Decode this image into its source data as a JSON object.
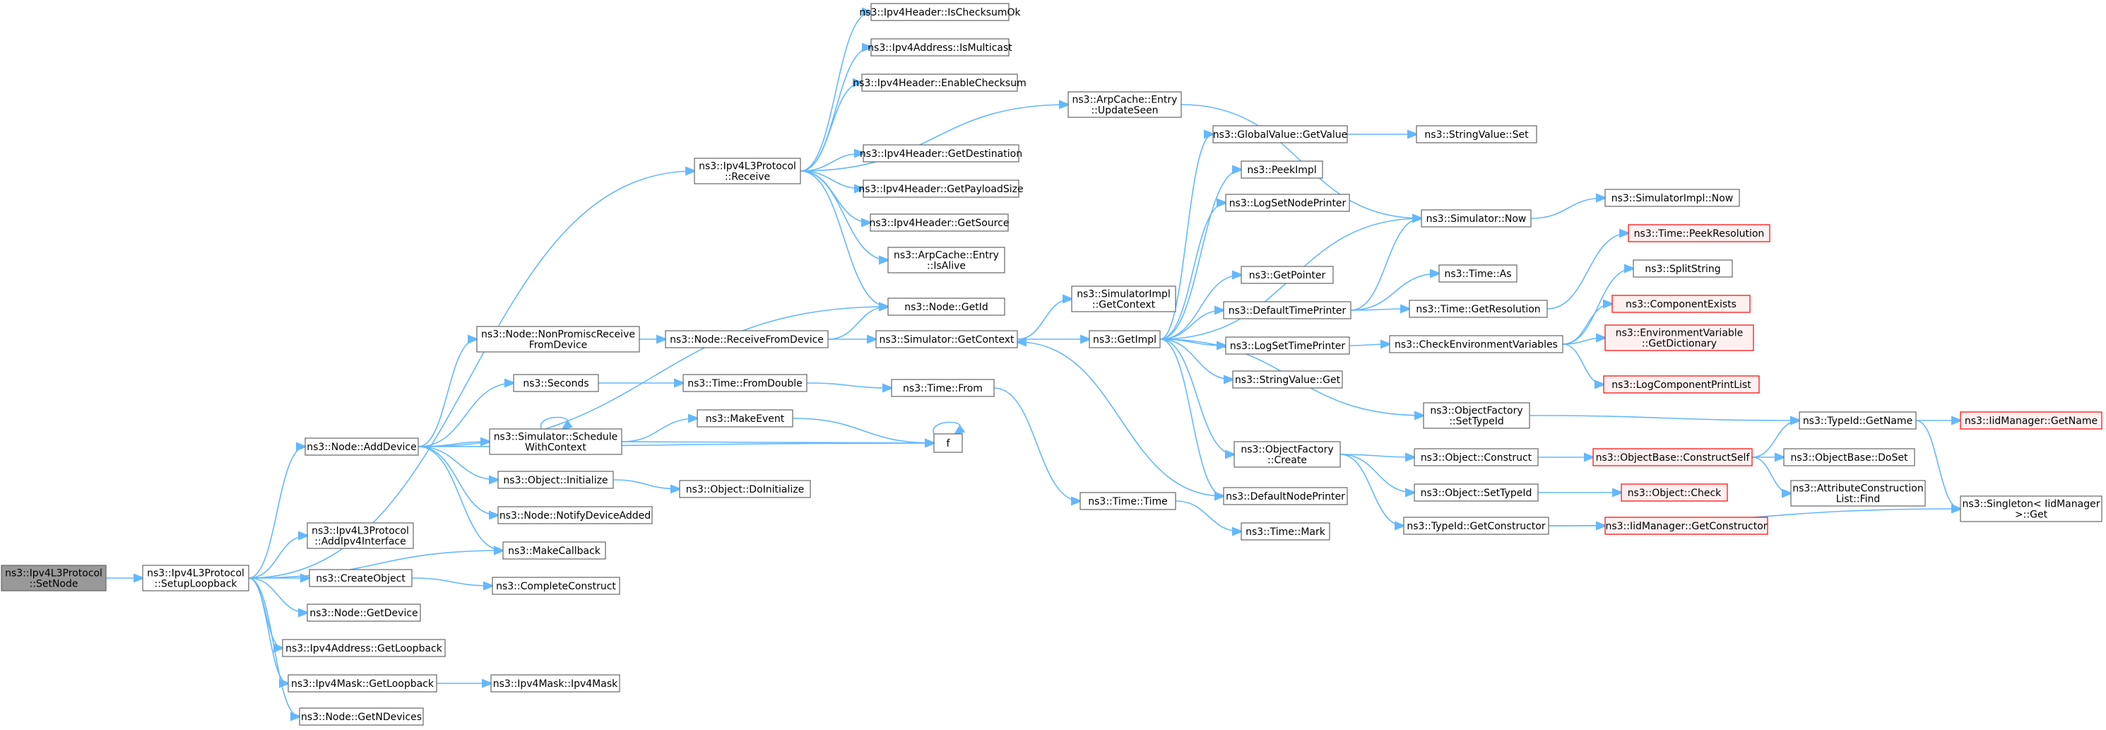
{
  "graph": {
    "edge_color": "#63b8ff",
    "node_border": "#666666",
    "highlight_fill": "#999999",
    "incomplete_border": "#ff0000",
    "nodes": [
      {
        "id": "setnode",
        "lines": [
          "ns3::Ipv4L3Protocol",
          "::SetNode"
        ],
        "style": "root"
      },
      {
        "id": "setuploopback",
        "lines": [
          "ns3::Ipv4L3Protocol",
          "::SetupLoopback"
        ]
      },
      {
        "id": "receive",
        "lines": [
          "ns3::Ipv4L3Protocol",
          "::Receive"
        ]
      },
      {
        "id": "adddevice",
        "lines": [
          "ns3::Node::AddDevice"
        ]
      },
      {
        "id": "addipv4if",
        "lines": [
          "ns3::Ipv4L3Protocol",
          "::AddIpv4Interface"
        ]
      },
      {
        "id": "createobject",
        "lines": [
          "ns3::CreateObject"
        ]
      },
      {
        "id": "getdevice",
        "lines": [
          "ns3::Node::GetDevice"
        ]
      },
      {
        "id": "addrgetloopback",
        "lines": [
          "ns3::Ipv4Address::GetLoopback"
        ]
      },
      {
        "id": "maskgetloopback",
        "lines": [
          "ns3::Ipv4Mask::GetLoopback"
        ]
      },
      {
        "id": "getndevices",
        "lines": [
          "ns3::Node::GetNDevices"
        ]
      },
      {
        "id": "ischecksumok",
        "lines": [
          "ns3::Ipv4Header::IsChecksumOk"
        ]
      },
      {
        "id": "ismulticast",
        "lines": [
          "ns3::Ipv4Address::IsMulticast"
        ]
      },
      {
        "id": "enablechecksum",
        "lines": [
          "ns3::Ipv4Header::EnableChecksum"
        ]
      },
      {
        "id": "getdestination",
        "lines": [
          "ns3::Ipv4Header::GetDestination"
        ]
      },
      {
        "id": "getpayloadsize",
        "lines": [
          "ns3::Ipv4Header::GetPayloadSize"
        ]
      },
      {
        "id": "getsource",
        "lines": [
          "ns3::Ipv4Header::GetSource"
        ]
      },
      {
        "id": "isalive",
        "lines": [
          "ns3::ArpCache::Entry",
          "::IsAlive"
        ]
      },
      {
        "id": "nodegetid",
        "lines": [
          "ns3::Node::GetId"
        ]
      },
      {
        "id": "updateseen",
        "lines": [
          "ns3::ArpCache::Entry",
          "::UpdateSeen"
        ]
      },
      {
        "id": "nonpromisc",
        "lines": [
          "ns3::Node::NonPromiscReceive",
          "FromDevice"
        ]
      },
      {
        "id": "receivefromdevice",
        "lines": [
          "ns3::Node::ReceiveFromDevice"
        ]
      },
      {
        "id": "seconds",
        "lines": [
          "ns3::Seconds"
        ]
      },
      {
        "id": "schedulewithcontext",
        "lines": [
          "ns3::Simulator::Schedule",
          "WithContext"
        ]
      },
      {
        "id": "objinitialize",
        "lines": [
          "ns3::Object::Initialize"
        ]
      },
      {
        "id": "notifydeviceadded",
        "lines": [
          "ns3::Node::NotifyDeviceAdded"
        ]
      },
      {
        "id": "makecallback",
        "lines": [
          "ns3::MakeCallback"
        ]
      },
      {
        "id": "completeconstruct",
        "lines": [
          "ns3::CompleteConstruct"
        ]
      },
      {
        "id": "maskipv4mask",
        "lines": [
          "ns3::Ipv4Mask::Ipv4Mask"
        ]
      },
      {
        "id": "simgetcontext",
        "lines": [
          "ns3::Simulator::GetContext"
        ]
      },
      {
        "id": "fromdouble",
        "lines": [
          "ns3::Time::FromDouble"
        ]
      },
      {
        "id": "makeevent",
        "lines": [
          "ns3::MakeEvent"
        ]
      },
      {
        "id": "f",
        "lines": [
          "f"
        ]
      },
      {
        "id": "doinitialize",
        "lines": [
          "ns3::Object::DoInitialize"
        ]
      },
      {
        "id": "timefrom",
        "lines": [
          "ns3::Time::From"
        ]
      },
      {
        "id": "simimplgetcontext",
        "lines": [
          "ns3::SimulatorImpl",
          "::GetContext"
        ]
      },
      {
        "id": "getimpl",
        "lines": [
          "ns3::GetImpl"
        ]
      },
      {
        "id": "timetime",
        "lines": [
          "ns3::Time::Time"
        ]
      },
      {
        "id": "timemark",
        "lines": [
          "ns3::Time::Mark"
        ]
      },
      {
        "id": "globalvaluegetvalue",
        "lines": [
          "ns3::GlobalValue::GetValue"
        ]
      },
      {
        "id": "peekimpl",
        "lines": [
          "ns3::PeekImpl"
        ]
      },
      {
        "id": "logsetnodeprinter",
        "lines": [
          "ns3::LogSetNodePrinter"
        ]
      },
      {
        "id": "getpointer",
        "lines": [
          "ns3::GetPointer"
        ]
      },
      {
        "id": "defaulttimeprinter",
        "lines": [
          "ns3::DefaultTimePrinter"
        ]
      },
      {
        "id": "logsettimeprinter",
        "lines": [
          "ns3::LogSetTimePrinter"
        ]
      },
      {
        "id": "stringvalueget",
        "lines": [
          "ns3::StringValue::Get"
        ]
      },
      {
        "id": "objfactorycreate",
        "lines": [
          "ns3::ObjectFactory",
          "::Create"
        ]
      },
      {
        "id": "defaultnodeprinter",
        "lines": [
          "ns3::DefaultNodePrinter"
        ]
      },
      {
        "id": "stringvalueset",
        "lines": [
          "ns3::StringValue::Set"
        ]
      },
      {
        "id": "simnow",
        "lines": [
          "ns3::Simulator::Now"
        ]
      },
      {
        "id": "timeas",
        "lines": [
          "ns3::Time::As"
        ]
      },
      {
        "id": "getresolution",
        "lines": [
          "ns3::Time::GetResolution"
        ]
      },
      {
        "id": "checkenv",
        "lines": [
          "ns3::CheckEnvironmentVariables"
        ]
      },
      {
        "id": "settypeid",
        "lines": [
          "ns3::ObjectFactory",
          "::SetTypeId"
        ]
      },
      {
        "id": "objconstruct",
        "lines": [
          "ns3::Object::Construct"
        ]
      },
      {
        "id": "objsettypeid",
        "lines": [
          "ns3::Object::SetTypeId"
        ]
      },
      {
        "id": "getconstructor",
        "lines": [
          "ns3::TypeId::GetConstructor"
        ]
      },
      {
        "id": "simimplnow",
        "lines": [
          "ns3::SimulatorImpl::Now"
        ]
      },
      {
        "id": "peekresolution",
        "lines": [
          "ns3::Time::PeekResolution"
        ],
        "style": "red"
      },
      {
        "id": "splitstring",
        "lines": [
          "ns3::SplitString"
        ]
      },
      {
        "id": "componentexists",
        "lines": [
          "ns3::ComponentExists"
        ],
        "style": "red"
      },
      {
        "id": "envgetdict",
        "lines": [
          "ns3::EnvironmentVariable",
          "::GetDictionary"
        ],
        "style": "red"
      },
      {
        "id": "logcomponentprintlist",
        "lines": [
          "ns3::LogComponentPrintList"
        ],
        "style": "red"
      },
      {
        "id": "constructself",
        "lines": [
          "ns3::ObjectBase::ConstructSelf"
        ],
        "style": "red"
      },
      {
        "id": "objectcheck",
        "lines": [
          "ns3::Object::Check"
        ],
        "style": "red"
      },
      {
        "id": "iidgetconstructor",
        "lines": [
          "ns3::IidManager::GetConstructor"
        ],
        "style": "red"
      },
      {
        "id": "typeidgetname",
        "lines": [
          "ns3::TypeId::GetName"
        ]
      },
      {
        "id": "objectbasedoset",
        "lines": [
          "ns3::ObjectBase::DoSet"
        ]
      },
      {
        "id": "attrconstructionlist",
        "lines": [
          "ns3::AttributeConstruction",
          "List::Find"
        ]
      },
      {
        "id": "iidgetname",
        "lines": [
          "ns3::IidManager::GetName"
        ],
        "style": "red"
      },
      {
        "id": "singletonget",
        "lines": [
          "ns3::Singleton< IidManager",
          ">::Get"
        ]
      }
    ]
  }
}
